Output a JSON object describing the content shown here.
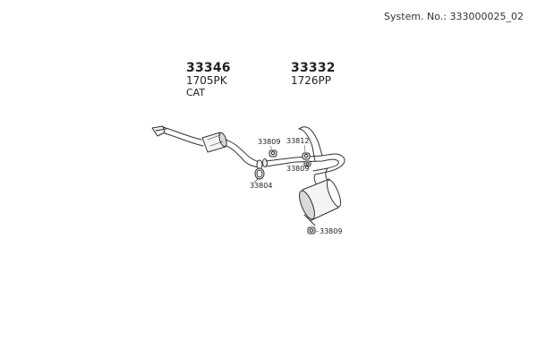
{
  "header": {
    "system_label": "System. No.: 333000025_02"
  },
  "parts": [
    {
      "number": "33346",
      "code": "1705PK",
      "note": "CAT"
    },
    {
      "number": "33332",
      "code": "1726PP",
      "note": ""
    }
  ],
  "callouts": {
    "clamp_top_left": "33809",
    "clamp_top_right": "33812",
    "gasket": "33804",
    "hanger_mid": "33809",
    "hanger_rear": "33809"
  },
  "colors": {
    "line": "#333333",
    "fill": "#f4f4f4",
    "shade": "#d9d9d9"
  }
}
